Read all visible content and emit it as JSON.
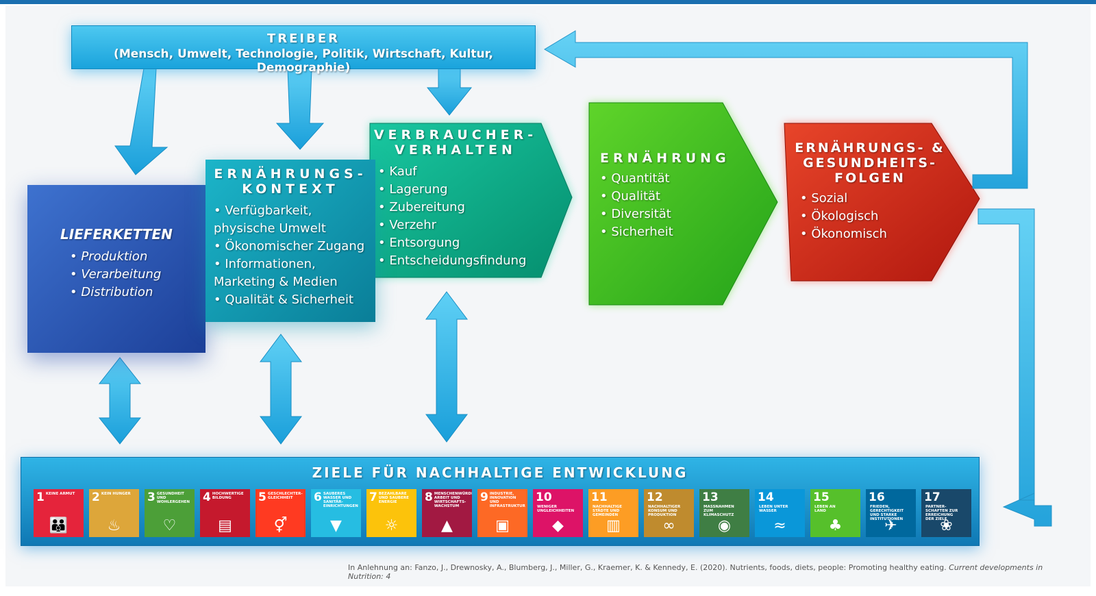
{
  "treiber": {
    "title": "TREIBER",
    "subtitle": "(Mensch, Umwelt, Technologie, Politik, Wirtschaft, Kultur, Demographie)"
  },
  "lieferketten": {
    "title": "LIEFERKETTEN",
    "items": [
      "Produktion",
      "Verarbeitung",
      "Distribution"
    ]
  },
  "kontext": {
    "title_line1": "ERNÄHRUNGS-",
    "title_line2": "KONTEXT",
    "items": [
      "Verfügbarkeit, physische Umwelt",
      "Ökonomischer Zugang",
      "Informationen, Marketing & Medien",
      "Qualität & Sicherheit"
    ]
  },
  "verbraucher": {
    "title_line1": "VERBRAUCHER-",
    "title_line2": "VERHALTEN",
    "items": [
      "Kauf",
      "Lagerung",
      "Zubereitung",
      "Verzehr",
      "Entsorgung",
      "Entscheidungsfindung"
    ]
  },
  "ernaehrung": {
    "title": "ERNÄHRUNG",
    "items": [
      "Quantität",
      "Qualität",
      "Diversität",
      "Sicherheit"
    ]
  },
  "folgen": {
    "title_line1": "ERNÄHRUNGS- &",
    "title_line2": "GESUNDHEITS-",
    "title_line3": "FOLGEN",
    "items": [
      "Sozial",
      "Ökologisch",
      "Ökonomisch"
    ]
  },
  "ziele": {
    "title": "ZIELE FÜR NACHHALTIGE ENTWICKLUNG",
    "goals": [
      {
        "num": "1",
        "label": "KEINE ARMUT",
        "color": "#e5243b",
        "icon": "people-icon"
      },
      {
        "num": "2",
        "label": "KEIN HUNGER",
        "color": "#dda63a",
        "icon": "bowl-icon"
      },
      {
        "num": "3",
        "label": "GESUNDHEIT UND WOHLERGEHEN",
        "color": "#4c9f38",
        "icon": "heartbeat-icon"
      },
      {
        "num": "4",
        "label": "HOCHWERTIGE BILDUNG",
        "color": "#c5192d",
        "icon": "book-icon"
      },
      {
        "num": "5",
        "label": "GESCHLECHTER-GLEICHHEIT",
        "color": "#ff3a21",
        "icon": "gender-icon"
      },
      {
        "num": "6",
        "label": "SAUBERES WASSER UND SANITÄR-EINRICHTUNGEN",
        "color": "#26bde2",
        "icon": "water-icon"
      },
      {
        "num": "7",
        "label": "BEZAHLBARE UND SAUBERE ENERGIE",
        "color": "#fcc30b",
        "icon": "sun-icon"
      },
      {
        "num": "8",
        "label": "MENSCHENWÜRDIGE ARBEIT UND WIRTSCHAFTS-WACHSTUM",
        "color": "#a21942",
        "icon": "growth-icon"
      },
      {
        "num": "9",
        "label": "INDUSTRIE, INNOVATION UND INFRASTRUKTUR",
        "color": "#fd6925",
        "icon": "cubes-icon"
      },
      {
        "num": "10",
        "label": "WENIGER UNGLEICHHEITEN",
        "color": "#dd1367",
        "icon": "equality-icon"
      },
      {
        "num": "11",
        "label": "NACHHALTIGE STÄDTE UND GEMEINDEN",
        "color": "#fd9d24",
        "icon": "city-icon"
      },
      {
        "num": "12",
        "label": "NACHHALTIGER KONSUM UND PRODUKTION",
        "color": "#bf8b2e",
        "icon": "infinity-icon"
      },
      {
        "num": "13",
        "label": "MASSNAHMEN ZUM KLIMASCHUTZ",
        "color": "#3f7e44",
        "icon": "eye-icon"
      },
      {
        "num": "14",
        "label": "LEBEN UNTER WASSER",
        "color": "#0a97d9",
        "icon": "fish-icon"
      },
      {
        "num": "15",
        "label": "LEBEN AN LAND",
        "color": "#56c02b",
        "icon": "tree-icon"
      },
      {
        "num": "16",
        "label": "FRIEDEN, GERECHTIGKEIT UND STARKE INSTITUTIONEN",
        "color": "#00689d",
        "icon": "dove-icon"
      },
      {
        "num": "17",
        "label": "PARTNER-SCHAFTEN ZUR ERREICHUNG DER ZIELE",
        "color": "#19486a",
        "icon": "rings-icon"
      }
    ]
  },
  "citation": {
    "text": "In Anlehnung an: Fanzo, J., Drewnosky, A., Blumberg, J., Miller, G., Kraemer, K. & Kennedy, E. (2020). Nutrients, foods, diets, people: Promoting healthy eating.",
    "journal": "Current developments in Nutrition: 4"
  }
}
